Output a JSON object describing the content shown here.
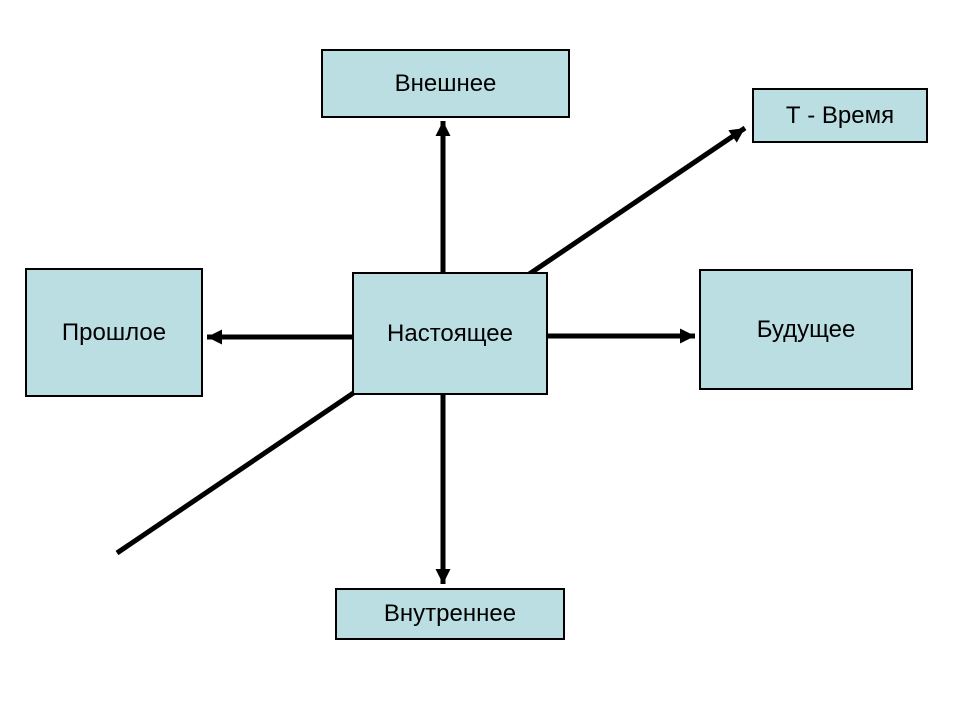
{
  "diagram": {
    "colors": {
      "background": "#ffffff",
      "node_fill": "#bbdee2",
      "node_border": "#000000",
      "arrow": "#000000",
      "text": "#000000"
    },
    "nodes": {
      "external": {
        "label": "Внешнее"
      },
      "time": {
        "label": "Т - Время"
      },
      "past": {
        "label": "Прошлое"
      },
      "present": {
        "label": "Настоящее"
      },
      "future": {
        "label": "Будущее"
      },
      "internal": {
        "label": "Внутреннее"
      }
    },
    "edges": [
      {
        "from": "present",
        "to": "external",
        "style": "arrow-end"
      },
      {
        "from": "present",
        "to": "past",
        "style": "arrow-end"
      },
      {
        "from": "present",
        "to": "future",
        "style": "arrow-end"
      },
      {
        "from": "present",
        "to": "internal",
        "style": "arrow-end"
      },
      {
        "from": "present",
        "to": "time",
        "style": "arrow-end",
        "note": "diagonal axis line passing through the present box with a plain tail extending to the lower-left"
      }
    ]
  }
}
